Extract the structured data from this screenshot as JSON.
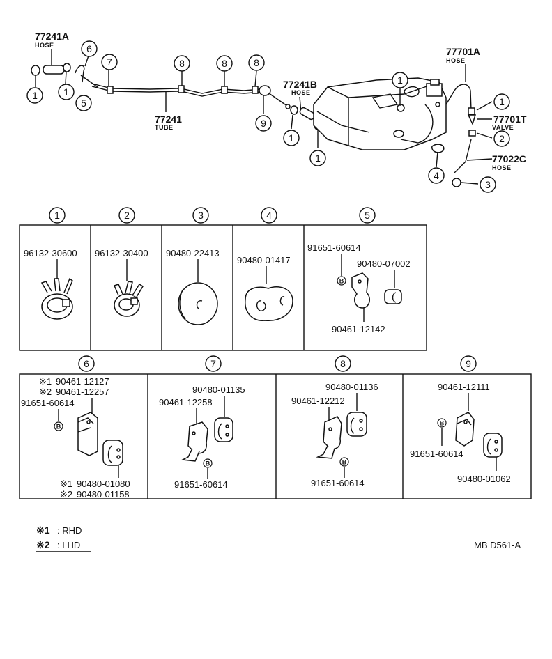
{
  "overview": {
    "hose_a": {
      "number": "77241A",
      "caption": "HOSE"
    },
    "tube": {
      "number": "77241",
      "caption": "TUBE"
    },
    "hose_b": {
      "number": "77241B",
      "caption": "HOSE"
    },
    "hose_c": {
      "number": "77701A",
      "caption": "HOSE"
    },
    "valve": {
      "number": "77701T",
      "caption": "VALVE"
    },
    "hose_d": {
      "number": "77022C",
      "caption": "HOSE"
    }
  },
  "callouts": [
    "1",
    "2",
    "3",
    "4",
    "5",
    "6",
    "7",
    "8",
    "9"
  ],
  "panels": [
    {
      "id": "1",
      "parts": [
        "96132-30600"
      ]
    },
    {
      "id": "2",
      "parts": [
        "96132-30400"
      ]
    },
    {
      "id": "3",
      "parts": [
        "90480-22413"
      ]
    },
    {
      "id": "4",
      "parts": [
        "90480-01417"
      ]
    },
    {
      "id": "5",
      "parts": [
        "91651-60614",
        "90480-07002",
        "90461-12142"
      ]
    },
    {
      "id": "6",
      "parts": [
        "90461-12127",
        "90461-12257",
        "91651-60614",
        "90480-01080",
        "90480-01158"
      ],
      "marks": [
        "※1",
        "※2",
        "※1",
        "※2"
      ]
    },
    {
      "id": "7",
      "parts": [
        "90480-01135",
        "90461-12258",
        "91651-60614"
      ]
    },
    {
      "id": "8",
      "parts": [
        "90480-01136",
        "90461-12212",
        "91651-60614"
      ]
    },
    {
      "id": "9",
      "parts": [
        "90461-12111",
        "91651-60614",
        "90480-01062"
      ]
    }
  ],
  "bolt_symbol": "B",
  "legend": [
    {
      "mark": "※1",
      "text": ": RHD"
    },
    {
      "mark": "※2",
      "text": ": LHD"
    }
  ],
  "diagram_code": "MB D561-A"
}
